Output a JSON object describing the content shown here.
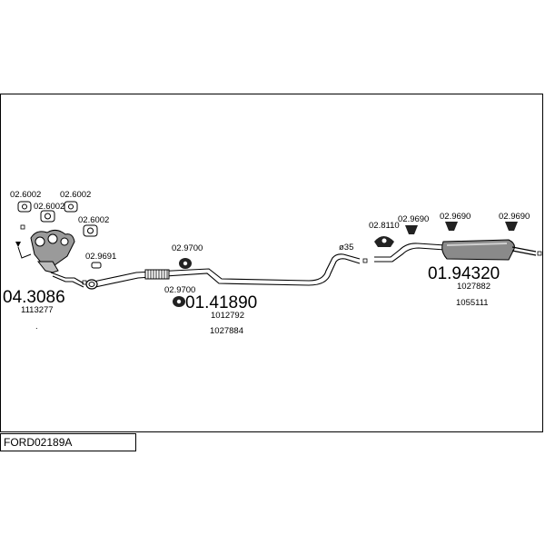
{
  "diagram": {
    "code": "FORD02189A",
    "parts": {
      "manifold": {
        "number": "04.3086",
        "ref": "1113277"
      },
      "middle": {
        "number": "01.41890",
        "refs": [
          "1012792",
          "1027884"
        ]
      },
      "rear": {
        "number": "01.94320",
        "refs": [
          "1027882",
          "1055111"
        ]
      }
    },
    "fittings": {
      "g1": "02.6002",
      "g2": "02.6002",
      "g3": "02.6002",
      "g4": "02.6002",
      "r1": "02.9691",
      "h1": "02.9700",
      "h2": "02.9700",
      "r2": "02.8110",
      "h3": "02.9690",
      "h4": "02.9690",
      "h5": "02.9690"
    },
    "diameter": "ø35",
    "dot_mark": "."
  }
}
